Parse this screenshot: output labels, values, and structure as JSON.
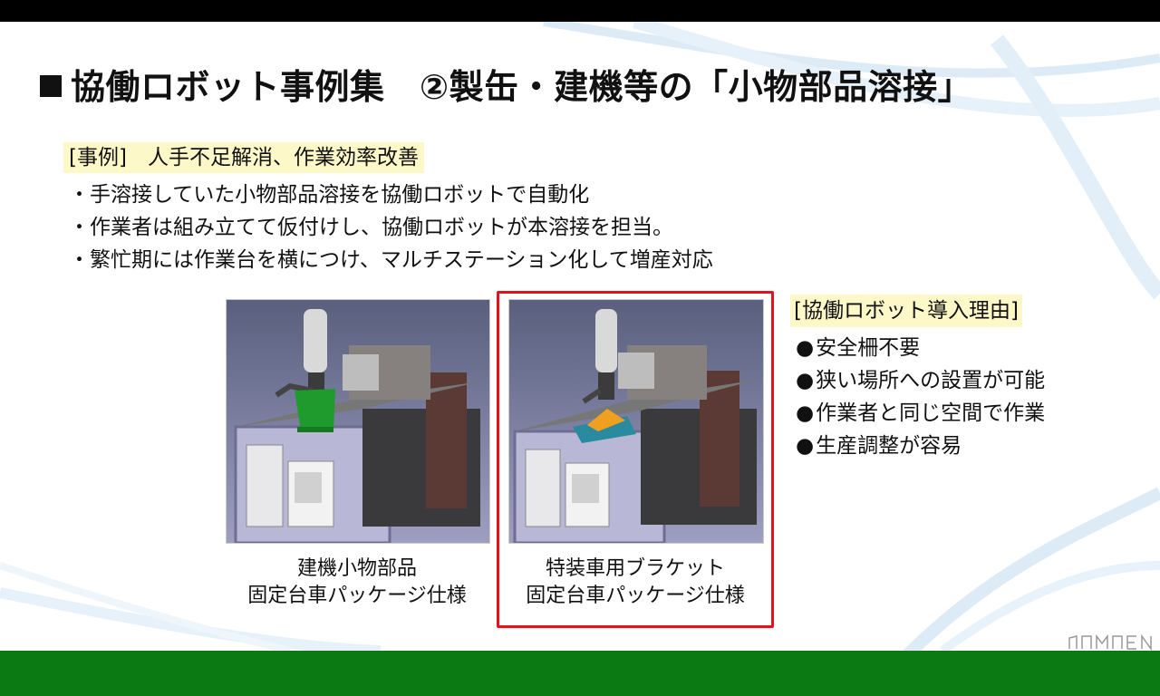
{
  "slide": {
    "title": "協働ロボット事例集　②製缶・建機等の「小物部品溶接」",
    "case_label": "[事例]　人手不足解消、作業効率改善",
    "bullets": [
      "手溶接していた小物部品溶接を協働ロボットで自動化",
      "作業者は組み立てて仮付けし、協働ロボットが本溶接を担当。",
      "繁忙期には作業台を横につけ、マルチステーション化して増産対応"
    ],
    "figures": [
      {
        "caption_line1": "建機小物部品",
        "caption_line2": "固定台車パッケージ仕様",
        "workpiece_color": "#1f9a2c"
      },
      {
        "caption_line1": "特装車用ブラケット",
        "caption_line2": "固定台車パッケージ仕様",
        "workpiece_color": "#f0a020",
        "highlighted": true
      }
    ],
    "reasons_title": "[協働ロボット導入理由]",
    "reasons": [
      "安全柵不要",
      "狭い場所への設置が可能",
      "作業者と同じ空間で作業",
      "生産調整が容易"
    ],
    "colors": {
      "bottom_bar": "#0b7a12",
      "highlight_frame": "#e3131b",
      "label_background": "#fdf8c8"
    }
  }
}
